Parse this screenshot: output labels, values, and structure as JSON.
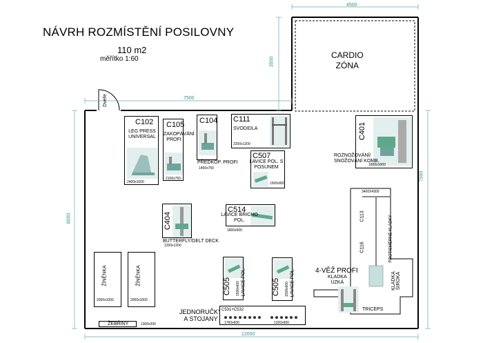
{
  "title": "NÁVRH ROZMÍSTĚNÍ POSILOVNY",
  "area": "110  m2",
  "scale": "měřítko 1:60",
  "dimensions": {
    "top_right": "4500",
    "cardio_height": "3500",
    "top_left": "7500",
    "right_side": "7500",
    "left_side": "8000",
    "bottom": "12000"
  },
  "door": "Dveře",
  "cardio": {
    "line1": "CARDIO",
    "line2": "ZÓNA"
  },
  "machines": [
    {
      "code": "C102",
      "name": "LEG PRESS\nUNIVERSAL",
      "size": "2400x1000"
    },
    {
      "code": "C105",
      "name": "ZAKOPÁVÁNÍ\nPROFI",
      "size": "2100x750"
    },
    {
      "code": "C104",
      "name": "PŘEDKOP. PROFI",
      "size": "1450x750"
    },
    {
      "code": "C111",
      "name": "SVODIDLA",
      "size": "2200x1200"
    },
    {
      "code": "C507",
      "name": "LAVICE POL. S\nPOSUNEM",
      "size": "1500x600"
    },
    {
      "code": "C401",
      "name": "ROZNOŽOVÁNÍ/\nSNOŽOVÁNÍ KOMB.",
      "size": "1800x1600"
    },
    {
      "code": "C514",
      "name": "LAVICE BŘICHO\nPOL.",
      "size": "1800x600"
    },
    {
      "code": "C404",
      "name": "BUTTERFLY/DELT DECK",
      "size": "1200x1200"
    },
    {
      "code": "C505",
      "name": "LAVICE POL.",
      "size": "1500x600"
    },
    {
      "code": "C505",
      "name": "LAVICE POL.",
      "size": "1500x600"
    }
  ],
  "tower": {
    "size": "3400X4300",
    "c113": "C113",
    "c116": "C116",
    "vertical_label": "PROTISMĚRNÉ KLADKY",
    "profi": "4-VĚŽ PROFI",
    "kladka_uzka": "KLADKA\nÚZKÁ",
    "kladka_siroka": "KLADKA\nŠIROKÁ",
    "triceps": "TRICEPS"
  },
  "zinenka1": {
    "label": "ŽÍNĚNKA",
    "size": "2000x1000"
  },
  "zinenka2": {
    "label": "ŽÍNĚNKA",
    "size": "2000x1000"
  },
  "dumbbells": {
    "label": "JEDNORUČKY\nA STOJANY",
    "code": "C531+C532",
    "size1": "1760x600",
    "size2": "1320x600"
  },
  "zebriny": {
    "label": "ŽEBŘINY",
    "size": "1300x200"
  }
}
